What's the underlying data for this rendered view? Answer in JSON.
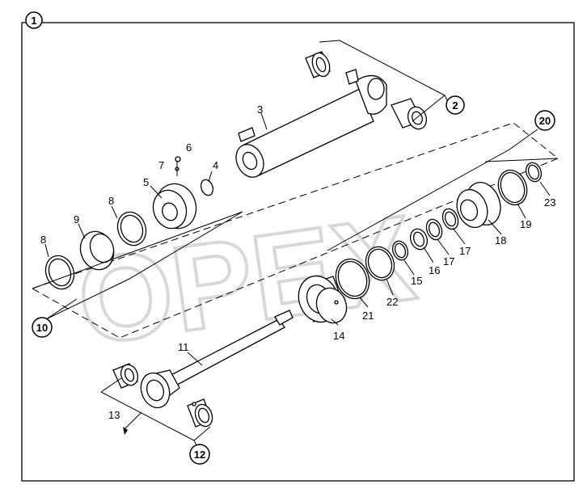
{
  "frame_number": "1",
  "watermark": "OPEX",
  "callouts": {
    "n2": "2",
    "n3": "3",
    "n4": "4",
    "n5": "5",
    "n6": "6",
    "n7": "7",
    "n8a": "8",
    "n8b": "8",
    "n9": "9",
    "n10": "10",
    "n11": "11",
    "n12": "12",
    "n13": "13",
    "n14": "14",
    "n15": "15",
    "n16": "16",
    "n17a": "17",
    "n17b": "17",
    "n18": "18",
    "n19": "19",
    "n20": "20",
    "n21": "21",
    "n22": "22",
    "n23": "23"
  }
}
